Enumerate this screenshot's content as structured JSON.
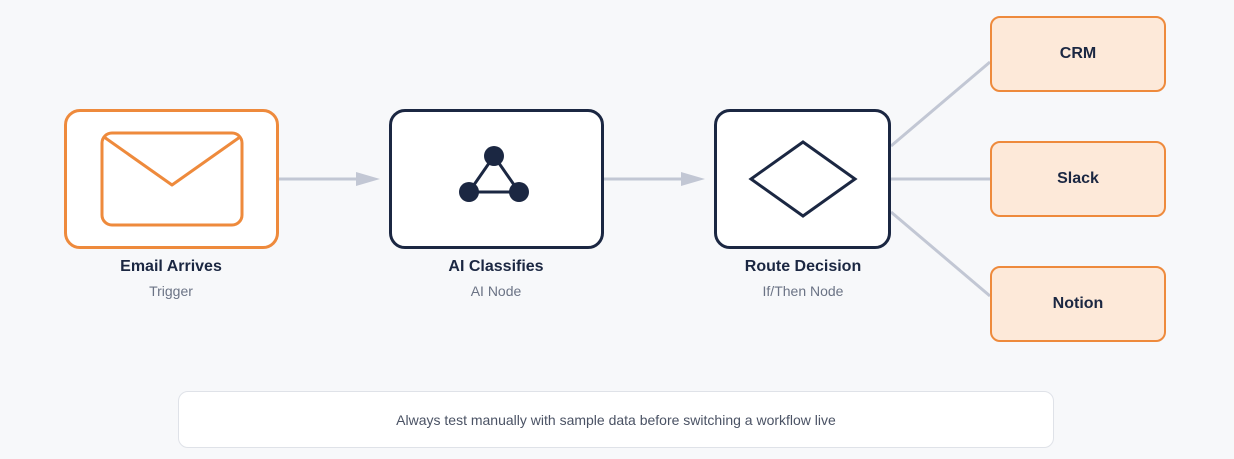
{
  "nodes": [
    {
      "title": "Email Arrives",
      "subtitle": "Trigger",
      "icon": "envelope-icon"
    },
    {
      "title": "AI Classifies",
      "subtitle": "AI Node",
      "icon": "network-triangle-icon"
    },
    {
      "title": "Route Decision",
      "subtitle": "If/Then Node",
      "icon": "diamond-icon"
    }
  ],
  "destinations": [
    {
      "label": "CRM"
    },
    {
      "label": "Slack"
    },
    {
      "label": "Notion"
    }
  ],
  "note": "Always test manually with sample data before switching a workflow live",
  "colors": {
    "accent": "#ee8a3c",
    "accent_fill": "#fde9d9",
    "node_border": "#1b2742",
    "connector": "#c2c7d4",
    "background": "#f7f8fa"
  }
}
